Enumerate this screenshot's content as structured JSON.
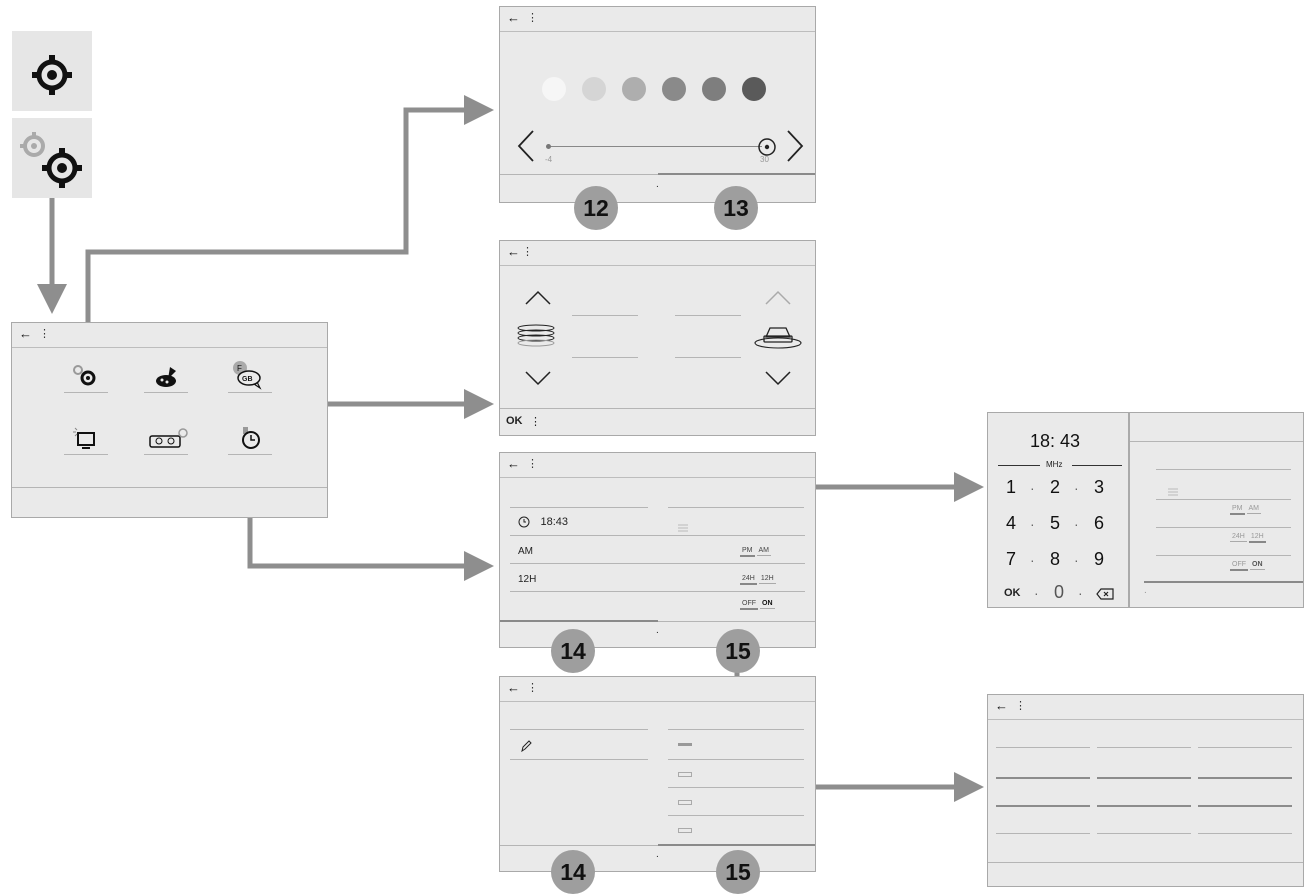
{
  "colors": {
    "screen_bg": "#eaeaea",
    "arrow": "#8e8e8e",
    "badge": "#9e9e9e",
    "swatches": [
      "#f6f6f6",
      "#d5d5d5",
      "#aeaeae",
      "#8a8a8a",
      "#7e7e7e",
      "#5a5a5a"
    ]
  },
  "common": {
    "back_icon": "←",
    "menu_icon": "⋮"
  },
  "brightness": {
    "min_label": "-4",
    "max_label": "30",
    "page_dot": "."
  },
  "badges": {
    "b12": "12",
    "b13": "13",
    "b14a": "14",
    "b15a": "15",
    "b14b": "14",
    "b15b": "15"
  },
  "adjust": {
    "ok_label": "OK",
    "menu_icon": "⋮"
  },
  "clock": {
    "time_value": "18:43",
    "row_ampm_label": "AM",
    "row_format_label": "12H",
    "toggle_ampm": [
      "PM",
      "AM"
    ],
    "toggle_format": [
      "24H",
      "12H"
    ],
    "toggle_onoff": [
      "OFF",
      "ON"
    ],
    "page_dot": "."
  },
  "keypad": {
    "time_display": "18: 43",
    "unit_label": "MHz",
    "keys": [
      "1",
      "2",
      "3",
      "4",
      "5",
      "6",
      "7",
      "8",
      "9"
    ],
    "ok_label": "OK",
    "zero_label": "0",
    "separator": "·",
    "right_ampm": [
      "PM",
      "AM"
    ],
    "right_format": [
      "24H",
      "12H"
    ],
    "right_onoff": [
      "OFF",
      "ON"
    ],
    "page_dot": "."
  },
  "date": {
    "page_dot": "."
  }
}
